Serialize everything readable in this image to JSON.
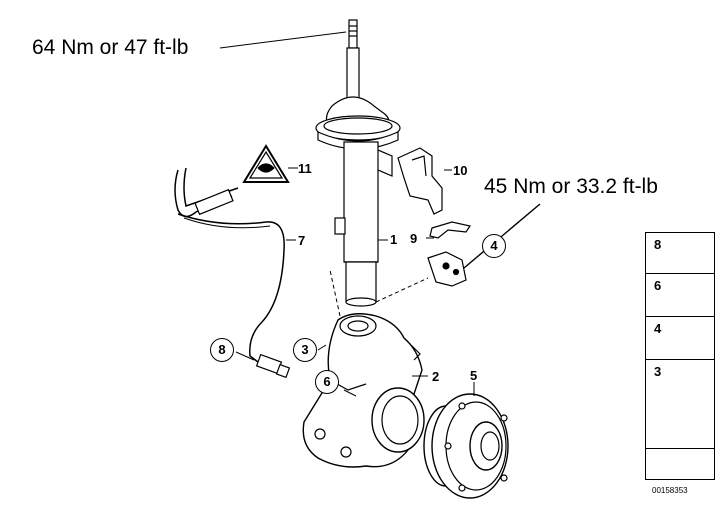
{
  "annotations": {
    "torque_top": "64 Nm or 47 ft-lb",
    "torque_right": "45 Nm or 33.2 ft-lb"
  },
  "callouts": {
    "c1": "1",
    "c2": "2",
    "c3": "3",
    "c4": "4",
    "c5": "5",
    "c6": "6",
    "c7": "7",
    "c8": "8",
    "c9": "9",
    "c10": "10",
    "c11": "11"
  },
  "legend": {
    "items": [
      "8",
      "6",
      "4",
      "3"
    ]
  },
  "diagram_id": "00158353"
}
